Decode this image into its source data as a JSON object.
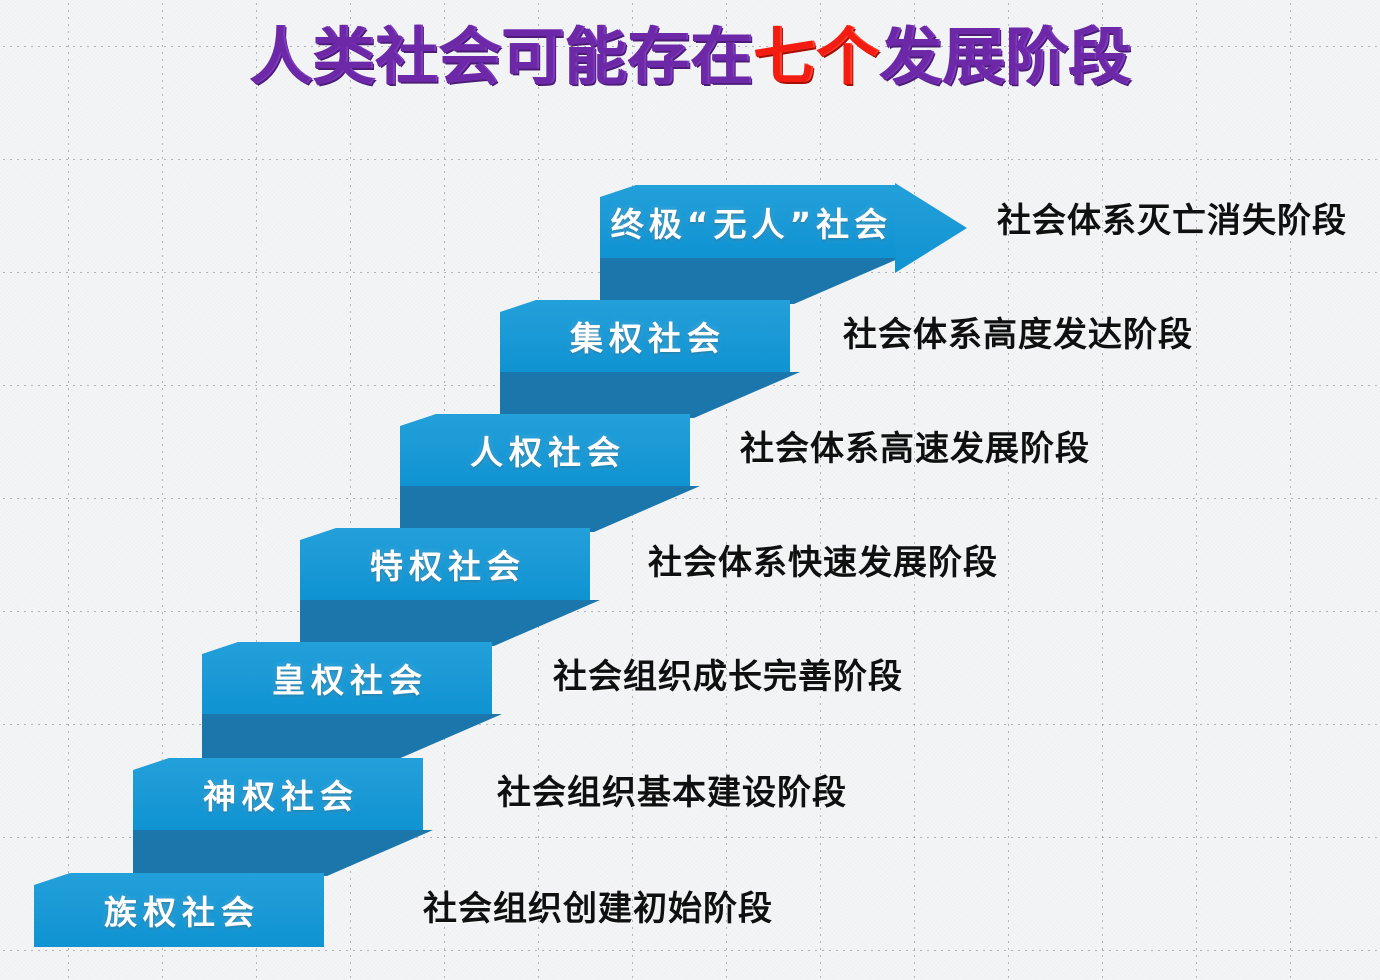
{
  "title": {
    "part1": "人类社会可能存在",
    "highlight": "七个",
    "part2": "发展阶段",
    "purple_color": "#6d28a8",
    "red_color": "#f41b10"
  },
  "theme": {
    "bar_blue": "#1b9ad6",
    "fold_blue": "#1a76ab",
    "background": "#f3f5f6",
    "label_text": "#ffffff",
    "caption_text": "#101010"
  },
  "diagram": {
    "type": "staircase",
    "direction": "bottom-left to top-right",
    "steps": [
      {
        "index": 7,
        "stage_label": "终极“无人”社会",
        "caption": "社会体系灭亡消失阶段",
        "shape": "arrow"
      },
      {
        "index": 6,
        "stage_label": "集权社会",
        "caption": "社会体系高度发达阶段",
        "shape": "bar"
      },
      {
        "index": 5,
        "stage_label": "人权社会",
        "caption": "社会体系高速发展阶段",
        "shape": "bar"
      },
      {
        "index": 4,
        "stage_label": "特权社会",
        "caption": "社会体系快速发展阶段",
        "shape": "bar"
      },
      {
        "index": 3,
        "stage_label": "皇权社会",
        "caption": "社会组织成长完善阶段",
        "shape": "bar"
      },
      {
        "index": 2,
        "stage_label": "神权社会",
        "caption": "社会组织基本建设阶段",
        "shape": "bar"
      },
      {
        "index": 1,
        "stage_label": "族权社会",
        "caption": "社会组织创建初始阶段",
        "shape": "bar"
      }
    ]
  }
}
